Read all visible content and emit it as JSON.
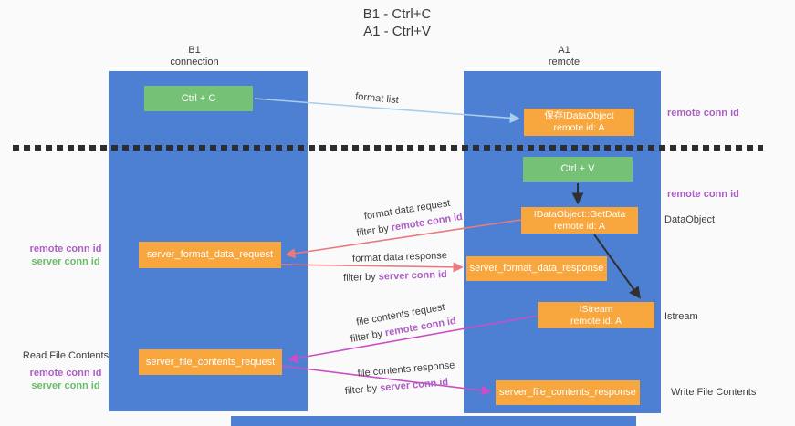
{
  "title": {
    "line1": "B1 - Ctrl+C",
    "line2": "A1 - Ctrl+V"
  },
  "columns": {
    "left": {
      "name": "B1",
      "role": "connection"
    },
    "right": {
      "name": "A1",
      "role": "remote"
    }
  },
  "boxes": {
    "ctrl_c": "Ctrl + C",
    "ctrl_v": "Ctrl + V",
    "save_dataobject": {
      "line1": "保存IDataObject",
      "line2": "remote id: A"
    },
    "getdata": {
      "line1": "IDataObject::GetData",
      "line2": "remote id: A"
    },
    "istream": {
      "line1": "IStream",
      "line2": "remote id: A"
    },
    "server_format_data_request": "server_format_data_request",
    "server_format_data_response": "server_format_data_response",
    "server_file_contents_request": "server_file_contents_request",
    "server_file_contents_response": "server_file_contents_response"
  },
  "flow_labels": {
    "format_list": "format list",
    "format_data_request": "format data request",
    "format_data_response": "format data response",
    "file_contents_request": "file contents request",
    "file_contents_response": "file contents response",
    "filter_by": "filter by",
    "remote_conn_id": "remote conn id",
    "server_conn_id": "server conn id"
  },
  "side_labels": {
    "left": {
      "remote_conn_id_top": "remote conn id",
      "server_conn_id_top": "server conn id",
      "read_file_contents": "Read File Contents",
      "remote_conn_id_bottom": "remote conn id",
      "server_conn_id_bottom": "server conn id"
    },
    "right": {
      "remote_conn_id_top": "remote conn id",
      "remote_conn_id_mid": "remote conn id",
      "dataobject": "DataObject",
      "istream": "Istream",
      "write_file_contents": "Write File Contents"
    }
  },
  "colors": {
    "lifeline_blue": "#4d80d2",
    "box_green": "#75c175",
    "box_orange": "#f8a63e",
    "purple_text": "#ad5fc4",
    "green_text": "#69bd69",
    "arrow_light_blue": "#a9cdec",
    "arrow_salmon": "#e87a80",
    "arrow_magenta": "#cb4ec8",
    "arrow_black": "#303030"
  }
}
